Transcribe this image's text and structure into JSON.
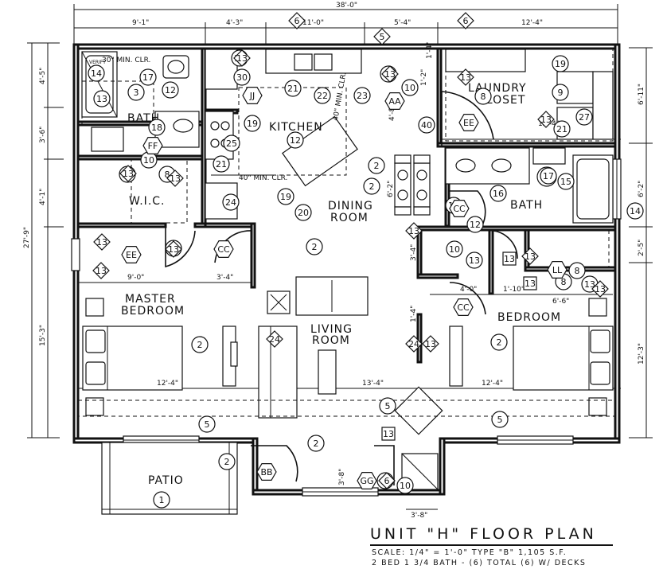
{
  "title": {
    "main": "UNIT \"H\" FLOOR PLAN",
    "line1": "SCALE: 1/4\" = 1'-0\"   TYPE \"B\"   1,105 S.F.",
    "line2": "2 BED  1 3/4 BATH - (6) TOTAL (6) W/ DECKS"
  },
  "rooms": {
    "bath1": "BATH",
    "wic": "W.I.C.",
    "kitchen": "KITCHEN",
    "dining1": "DINING",
    "dining2": "ROOM",
    "laundry1": "LAUNDRY",
    "laundry2": "CLOSET",
    "bath2": "BATH",
    "master1": "MASTER",
    "master2": "BEDROOM",
    "living1": "LIVING",
    "living2": "ROOM",
    "bedroom": "BEDROOM",
    "patio": "PATIO"
  },
  "dimensions": {
    "overall_top": "38'-0\"",
    "top_a": "9'-1\"",
    "top_b": "4'-3\"",
    "top_c": "11'-0\"",
    "top_d": "5'-4\"",
    "top_e": "12'-4\"",
    "overall_left": "27'-9\"",
    "left_a": "4'-5\"",
    "left_b": "3'-6\"",
    "left_c": "4'-1\"",
    "left_d": "15'-3\"",
    "right_a": "6'-11\"",
    "right_b": "6'-2\"",
    "right_c": "2'-5\"",
    "right_d": "12'-3\"",
    "master_w": "12'-4\"",
    "living_w": "13'-4\"",
    "bedroom_w": "12'-4\"",
    "wic_w": "9'-0\"",
    "hall_w": "3'-4\"",
    "bath2_w": "4'-0\"",
    "closet_w": "1'-10\"",
    "bedroom_closet_w": "6'-6\"",
    "laundry_w": "12'-4\"",
    "dining_h": "6'-2\"",
    "hall_v1": "3'-4\"",
    "hall_v2": "1'-4\"",
    "kitchen_v": "4'-8\"",
    "kitchen_v2": "1'-2\"",
    "laundry_v": "1'-4\"",
    "entry_v": "3'-8\"",
    "entry_w": "3'-8\"",
    "clr_bath": "30\" MIN. CLR.",
    "clr_kitchen_v": "40\" MIN. CLR.",
    "clr_kitchen_h": "40\" MIN. CLR.",
    "verify": "VERIFY"
  },
  "callouts": {
    "circles": [
      "14",
      "17",
      "3",
      "12",
      "13",
      "30",
      "13",
      "21",
      "22",
      "23",
      "13",
      "10",
      "40",
      "8",
      "19",
      "9",
      "27",
      "21",
      "18",
      "10",
      "8",
      "13",
      "19",
      "25",
      "21",
      "12",
      "24",
      "2",
      "2",
      "16",
      "17",
      "15",
      "14",
      "20",
      "19",
      "12",
      "10",
      "13",
      "8",
      "13",
      "2",
      "2",
      "2",
      "5",
      "5",
      "5",
      "2",
      "1",
      "6",
      "10",
      "10",
      "2",
      "8",
      "13",
      "13"
    ],
    "hexes": [
      "FF",
      "EE",
      "AA",
      "CC",
      "EE",
      "CC",
      "CC",
      "LL",
      "BB",
      "GG",
      "JJ"
    ],
    "diamonds": [
      "6",
      "6",
      "5",
      "13",
      "13",
      "13",
      "13",
      "13",
      "13",
      "13",
      "24",
      "24",
      "13",
      "13",
      "13",
      "13",
      "13",
      "6",
      "13"
    ],
    "squares": [
      "13",
      "13",
      "13"
    ]
  }
}
